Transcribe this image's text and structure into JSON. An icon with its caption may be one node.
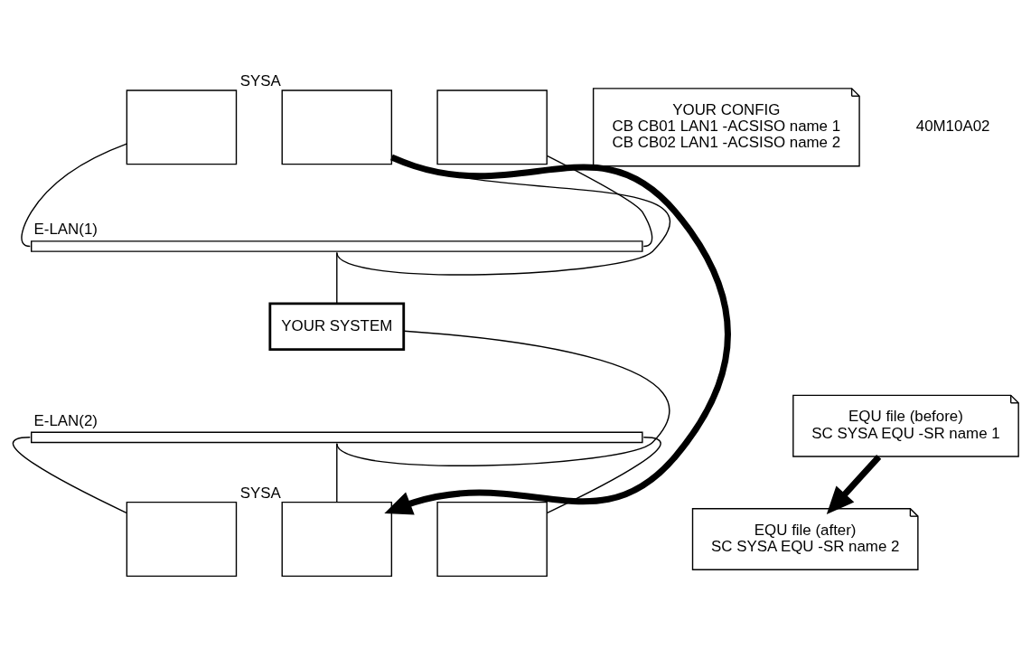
{
  "diagram": {
    "nodes": [
      {
        "text": [],
        "shape": "box"
      },
      {
        "text": [],
        "shape": "box",
        "beside": [
          "SYSA"
        ]
      },
      {
        "text": [],
        "shape": "box"
      },
      {
        "text": [
          "E-LAN(1)"
        ]
      },
      {
        "text": [
          "YOUR SYSTEM"
        ]
      },
      {
        "text": [
          "E-LAN(2)"
        ]
      },
      {
        "text": [],
        "shape": "box"
      },
      {
        "text": [],
        "shape": "box",
        "beside": [
          "SYSA"
        ]
      },
      {
        "text": [],
        "shape": "box"
      },
      {
        "text": [
          "YOUR CONFIG",
          "CB CB01 LAN1 -ACSISO name 1",
          "CB CB02 LAN1 -ACSISO name 2"
        ]
      },
      {
        "text": [
          "EQU file (before)",
          "SC SYSA EQU -SR name 1"
        ]
      },
      {
        "text": [
          "EQU file (after)",
          "SC SYSA EQU -SR name 2"
        ]
      }
    ],
    "edges": [
      {
        "from": 0,
        "to": 3,
        "arrow": "none"
      },
      {
        "from": 1,
        "to": 3,
        "arrow": "none"
      },
      {
        "from": 2,
        "to": 3,
        "arrow": "none"
      },
      {
        "from": 3,
        "to": 4,
        "arrow": "none"
      },
      {
        "from": 4,
        "to": 5,
        "arrow": "none"
      },
      {
        "from": 5,
        "to": 6,
        "arrow": "none"
      },
      {
        "from": 5,
        "to": 7,
        "arrow": "none"
      },
      {
        "from": 5,
        "to": 8,
        "arrow": "none"
      },
      {
        "from": 1,
        "to": 7,
        "arrow": "to",
        "style": "thick"
      },
      {
        "from": 10,
        "to": 11,
        "arrow": "to",
        "style": "thick"
      }
    ],
    "labels": [
      "40M10A02"
    ]
  }
}
